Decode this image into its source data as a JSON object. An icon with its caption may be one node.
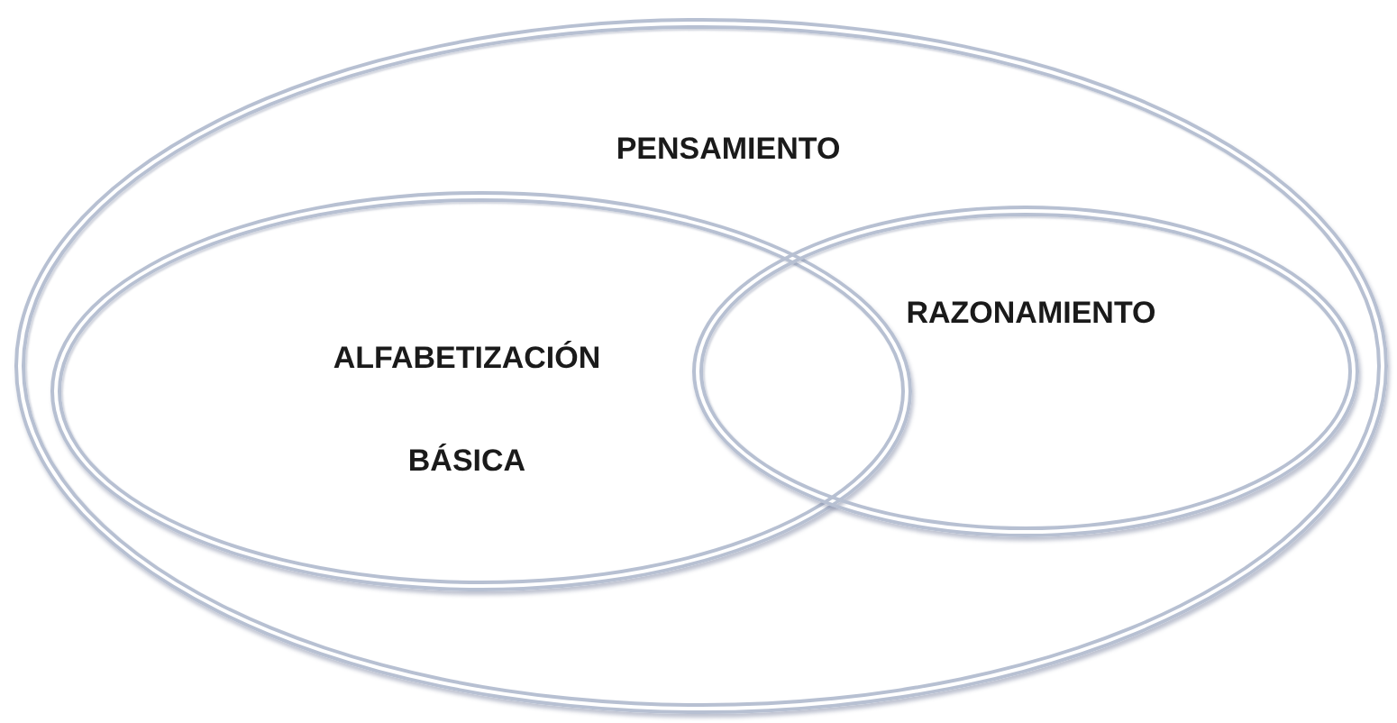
{
  "diagram": {
    "nodes": [
      {
        "text": [
          "PENSAMIENTO"
        ]
      },
      {
        "text": [
          "ALFABETIZACIÓN BÁSICA"
        ],
        "in": 0
      },
      {
        "text": [
          "RAZONAMIENTO"
        ],
        "in": 0
      }
    ]
  }
}
